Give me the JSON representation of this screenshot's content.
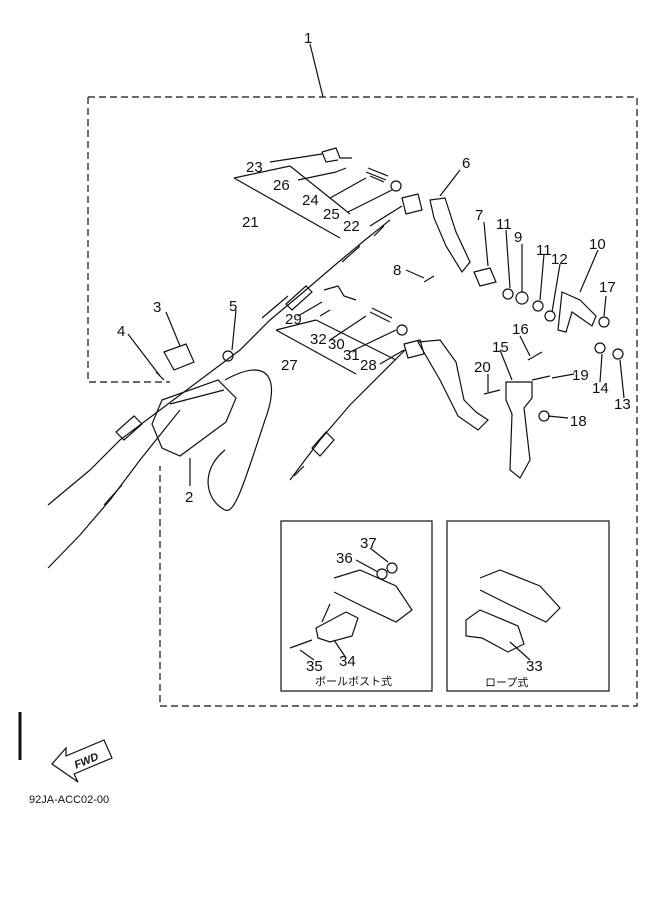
{
  "callouts": {
    "c1": "1",
    "c2": "2",
    "c3": "3",
    "c4": "4",
    "c5": "5",
    "c6": "6",
    "c7": "7",
    "c8": "8",
    "c9": "9",
    "c10": "10",
    "c11a": "11",
    "c11b": "11",
    "c12": "12",
    "c13": "13",
    "c14": "14",
    "c15": "15",
    "c16": "16",
    "c17": "17",
    "c18": "18",
    "c19": "19",
    "c20": "20",
    "c21": "21",
    "c22": "22",
    "c23": "23",
    "c24": "24",
    "c25": "25",
    "c26": "26",
    "c27": "27",
    "c28": "28",
    "c29": "29",
    "c30": "30",
    "c31": "31",
    "c32": "32",
    "c33": "33",
    "c34": "34",
    "c35": "35",
    "c36": "36",
    "c37": "37"
  },
  "insets": {
    "bollard_caption": "ボールボスト式",
    "rope_caption": "ロープ式"
  },
  "fwd_label": "FWD",
  "diagram_code": "92JA-ACC02-00"
}
